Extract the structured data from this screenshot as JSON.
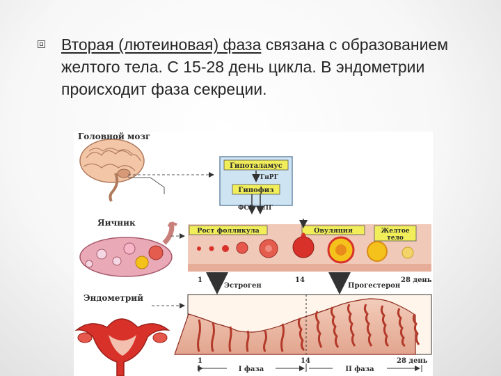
{
  "slide": {
    "text_underlined": "Вторая (лютеиновая) фаза",
    "text_rest": " связана с образованием желтого тела. С 15-28 день цикла. В эндометрии происходит фаза секреции."
  },
  "figure": {
    "labels": {
      "brain": "Головной мозг",
      "hypothalamus": "Гипоталамус",
      "gnrh": "ГнРГ",
      "pituitary": "Гипофиз",
      "fsh": "ФСГ",
      "lh": "ЛГ",
      "ovary": "Яичник",
      "follicle_growth": "Рост фолликула",
      "ovulation": "Овуляция",
      "corpus_luteum_1": "Желтое",
      "corpus_luteum_2": "тело",
      "endometrium": "Эндометрий",
      "estrogen": "Эстроген",
      "progesterone": "Прогестерон",
      "day_1": "1",
      "day_14": "14",
      "day_28": "28 день",
      "day_1b": "1",
      "day_14b": "14",
      "day_28b": "28 день",
      "phase_1": "I фаза",
      "phase_2": "II фаза"
    },
    "colors": {
      "tissue_pink": "#f0c9b8",
      "tissue_dark": "#b33a2a",
      "follicle_red": "#d8312a",
      "follicle_yellow": "#f4c21a",
      "box_blue": "#cfe4f3",
      "box_yellow": "#f1ee5a"
    }
  }
}
